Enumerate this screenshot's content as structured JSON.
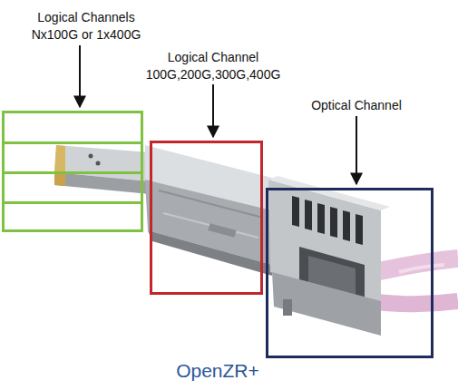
{
  "diagram": {
    "caption": "OpenZR+",
    "nodes": [
      {
        "text": [
          "Logical Channels Nx100G or 1x400G"
        ]
      },
      {
        "text": [
          "Logical Channel 100G,200G,300G,400G"
        ]
      },
      {
        "text": [
          "Optical Channel"
        ]
      }
    ]
  }
}
